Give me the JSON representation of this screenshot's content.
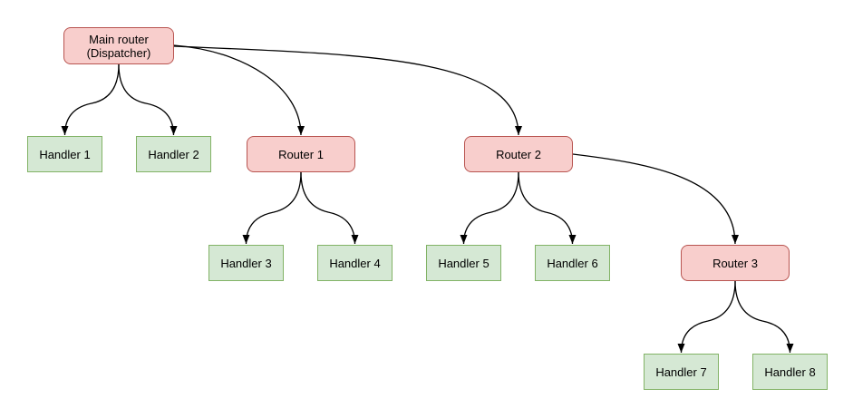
{
  "diagram": {
    "nodes": {
      "main_router": {
        "line1": "Main router",
        "line2": "(Dispatcher)",
        "type": "router"
      },
      "router_1": {
        "label": "Router 1",
        "type": "router"
      },
      "router_2": {
        "label": "Router 2",
        "type": "router"
      },
      "router_3": {
        "label": "Router 3",
        "type": "router"
      },
      "handler_1": {
        "label": "Handler 1",
        "type": "handler"
      },
      "handler_2": {
        "label": "Handler 2",
        "type": "handler"
      },
      "handler_3": {
        "label": "Handler 3",
        "type": "handler"
      },
      "handler_4": {
        "label": "Handler 4",
        "type": "handler"
      },
      "handler_5": {
        "label": "Handler 5",
        "type": "handler"
      },
      "handler_6": {
        "label": "Handler 6",
        "type": "handler"
      },
      "handler_7": {
        "label": "Handler 7",
        "type": "handler"
      },
      "handler_8": {
        "label": "Handler 8",
        "type": "handler"
      }
    },
    "edges": [
      {
        "from": "main_router",
        "to": "handler_1"
      },
      {
        "from": "main_router",
        "to": "handler_2"
      },
      {
        "from": "main_router",
        "to": "router_1"
      },
      {
        "from": "main_router",
        "to": "router_2"
      },
      {
        "from": "router_1",
        "to": "handler_3"
      },
      {
        "from": "router_1",
        "to": "handler_4"
      },
      {
        "from": "router_2",
        "to": "handler_5"
      },
      {
        "from": "router_2",
        "to": "handler_6"
      },
      {
        "from": "router_2",
        "to": "router_3"
      },
      {
        "from": "router_3",
        "to": "handler_7"
      },
      {
        "from": "router_3",
        "to": "handler_8"
      }
    ],
    "colors": {
      "router_fill": "#f8cecc",
      "router_stroke": "#b85450",
      "handler_fill": "#d5e8d4",
      "handler_stroke": "#82b366",
      "edge": "#000000",
      "background": "#ffffff",
      "text": "#000000"
    }
  }
}
